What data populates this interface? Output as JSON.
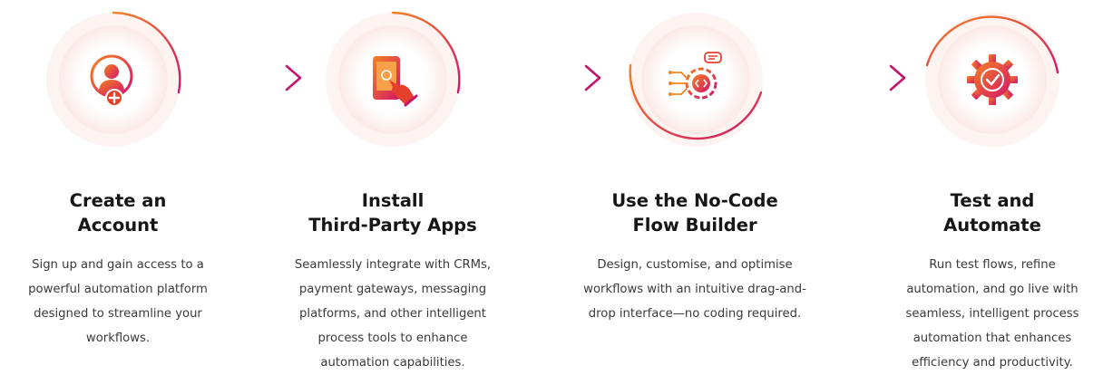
{
  "colors": {
    "accent_orange": "#f27a1a",
    "accent_magenta": "#d1146a",
    "accent_red": "#e8412a",
    "ring_bg": "#fdf1ef"
  },
  "steps": [
    {
      "icon": "add-user-icon",
      "title_lines": [
        "Create an",
        "Account"
      ],
      "desc_lines": [
        "Sign up and gain access to a",
        "powerful automation platform",
        "designed to streamline your",
        "workflows."
      ]
    },
    {
      "icon": "tap-phone-icon",
      "title_lines": [
        "Install",
        "Third-Party Apps"
      ],
      "desc_lines": [
        "Seamlessly integrate with CRMs,",
        "payment gateways, messaging",
        "platforms, and other intelligent",
        "process tools to enhance",
        "automation capabilities."
      ]
    },
    {
      "icon": "flow-gear-icon",
      "title_lines": [
        "Use the No-Code",
        "Flow Builder"
      ],
      "desc_lines": [
        "Design, customise, and optimise",
        "workflows with an intuitive drag-and-",
        "drop interface—no coding required."
      ]
    },
    {
      "icon": "gear-check-icon",
      "title_lines": [
        "Test and",
        "Automate"
      ],
      "desc_lines": [
        "Run test flows, refine",
        "automation, and go live with",
        "seamless, intelligent process",
        "automation that enhances",
        "efficiency and productivity."
      ]
    }
  ]
}
